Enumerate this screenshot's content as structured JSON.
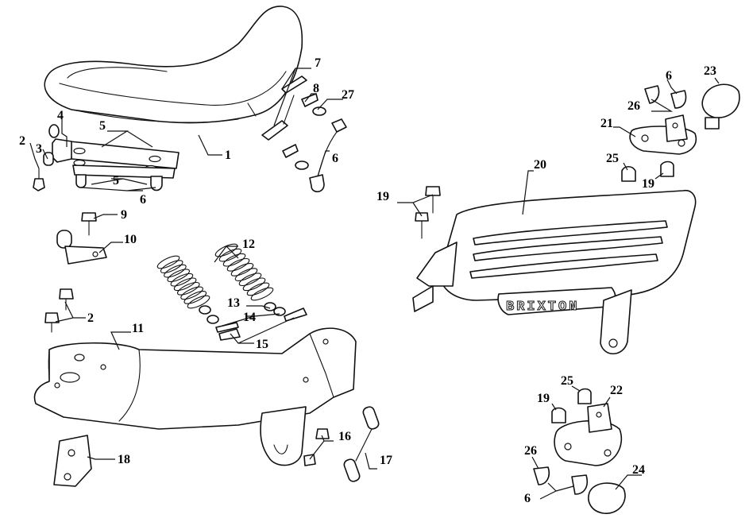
{
  "brand_text": "BRIXTON",
  "callouts": [
    "1",
    "2",
    "3",
    "4",
    "5",
    "5",
    "6",
    "7",
    "8",
    "27",
    "6",
    "9",
    "10",
    "12",
    "13",
    "14",
    "15",
    "11",
    "2",
    "16",
    "17",
    "18",
    "19",
    "20",
    "21",
    "23",
    "6",
    "26",
    "25",
    "19",
    "19",
    "25",
    "22",
    "26",
    "6",
    "24"
  ]
}
